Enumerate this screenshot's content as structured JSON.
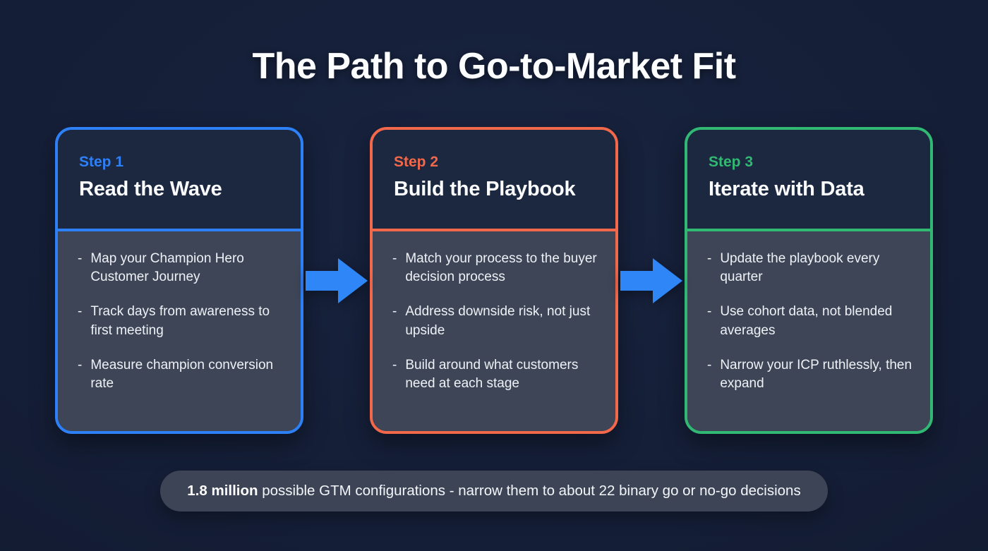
{
  "title": "The Path to Go-to-Market Fit",
  "colors": {
    "background": "#121b31",
    "blue": "#2e80f6",
    "orange": "#f2684b",
    "green": "#31b873",
    "arrow": "#2e86f7",
    "card_header_bg": "#1c2740",
    "card_body_bg": "#3d4557",
    "pill_bg": "#3d4456"
  },
  "steps": [
    {
      "label": "Step 1",
      "title": "Read the Wave",
      "color": "#2e80f6",
      "bullets": [
        "Map your Champion Hero Customer Journey",
        "Track days from awareness to first meeting",
        "Measure champion conversion rate"
      ]
    },
    {
      "label": "Step 2",
      "title": "Build the Playbook",
      "color": "#f2684b",
      "bullets": [
        "Match your process to the buyer decision process",
        "Address downside risk, not just upside",
        "Build around what customers need at each stage"
      ]
    },
    {
      "label": "Step 3",
      "title": "Iterate with Data",
      "color": "#31b873",
      "bullets": [
        "Update the playbook every quarter",
        "Use cohort data, not blended averages",
        "Narrow your ICP ruthlessly, then expand"
      ]
    }
  ],
  "arrow_icon": "arrow-right-icon",
  "footer": {
    "bold": "1.8 million",
    "rest": " possible GTM configurations - narrow them to about 22 binary go or no-go decisions"
  }
}
